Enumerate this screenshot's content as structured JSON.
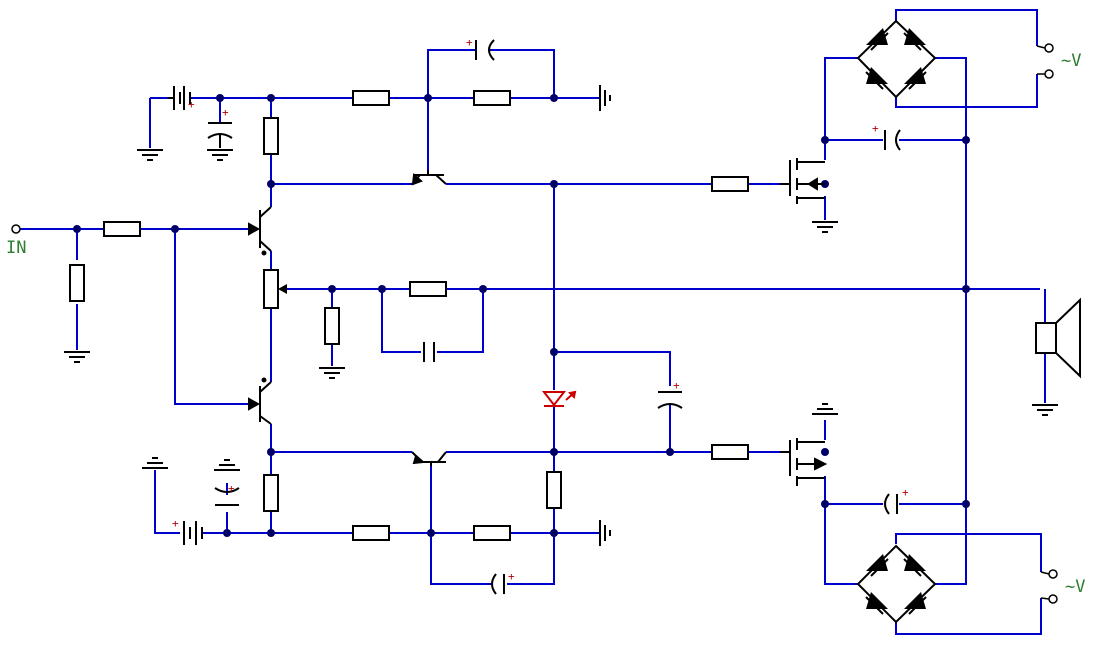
{
  "labels": {
    "input": "IN",
    "ac_top": "~V",
    "ac_bottom": "~V"
  },
  "polarity_mark": "+",
  "colors": {
    "wire": "#0000cc",
    "component": "#000000",
    "node": "#000066",
    "label": "#2e7d32",
    "polarity": "#b00000",
    "led": "#cc0000"
  }
}
